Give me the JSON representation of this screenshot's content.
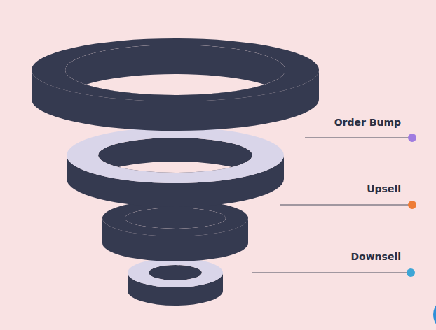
{
  "diagram": {
    "labels": [
      "Order Bump",
      "Upsell",
      "Downsell"
    ]
  }
}
